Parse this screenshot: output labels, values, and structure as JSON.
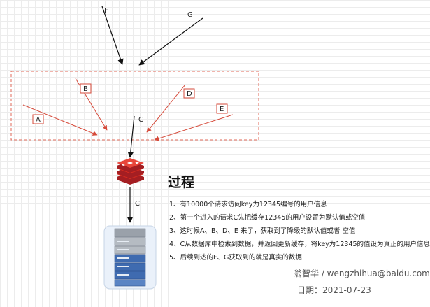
{
  "labels": {
    "f": "F",
    "g": "G",
    "a": "A",
    "b": "B",
    "c_upper": "C",
    "d": "D",
    "e": "E",
    "c_lower": "C"
  },
  "icons": {
    "cache": "redis-icon",
    "database": "server-database-icon"
  },
  "colors": {
    "request_arrow": "#d64a3a",
    "main_arrow": "#111111",
    "dashed_box": "#e06a5a"
  },
  "heading": "过程",
  "steps": [
    "1、有10000个请求访问key为12345编号的用户信息",
    "2、第一个进入的请求C先把缓存12345的用户设置为默认值或空值",
    "3、这时候A、B、D、E 来了，获取到了降级的默认值或者 空值",
    "4、C从数据库中检索到数据，并返回更新缓存，将key为12345的值设为真正的用户信息",
    "5、后续到达的F、G获取到的就是真实的数据"
  ],
  "author": "翁智华 / wengzhihua@baidu.com",
  "date": "日期：2021-07-23"
}
